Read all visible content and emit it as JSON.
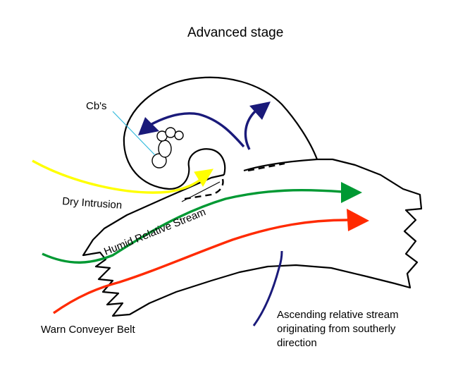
{
  "title": "Advanced stage",
  "labels": {
    "cbs": "Cb's",
    "dry_intrusion": "Dry Intrusion",
    "humid_stream": "Humid Relative Stream",
    "warm_belt": "Warn Conveyer Belt",
    "ascending_line1": "Ascending relative stream",
    "ascending_line2": "originating from southerly",
    "ascending_line3": "direction"
  },
  "colors": {
    "outline": "#000000",
    "dry_intrusion": "#ffff00",
    "humid_stream": "#009933",
    "warm_belt": "#ff2a00",
    "ascending": "#1a1a7a",
    "cb_leader": "#33bbdd"
  }
}
